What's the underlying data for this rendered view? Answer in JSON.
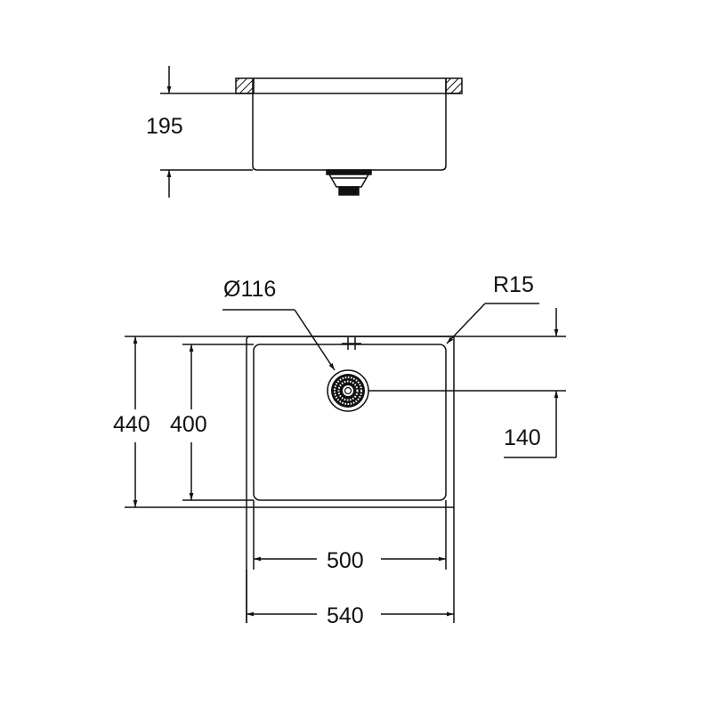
{
  "drawing": {
    "type": "technical drawing - undermount kitchen sink",
    "line_color": "#111111",
    "background": "#ffffff",
    "side_view": {
      "depth_label": "195"
    },
    "top_view": {
      "drain_diameter_label": "Ø116",
      "corner_radius_label": "R15",
      "outer_depth_label": "440",
      "inner_depth_label": "400",
      "drain_offset_label": "140",
      "inner_width_label": "500",
      "outer_width_label": "540"
    }
  }
}
